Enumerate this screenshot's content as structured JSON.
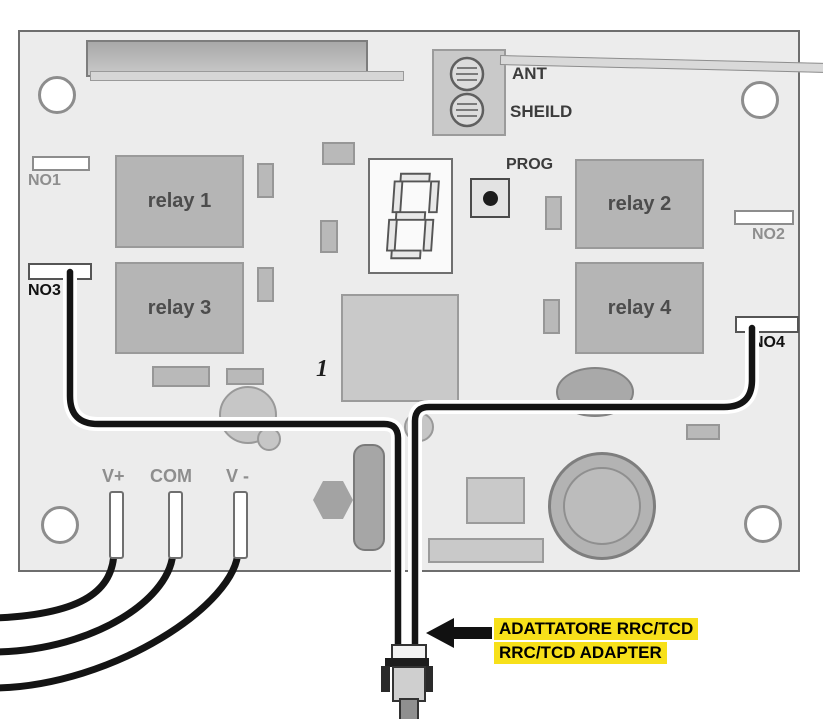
{
  "board": {
    "connector_labels": {
      "no1": "NO1",
      "no2": "NO2",
      "no3": "NO3",
      "no4": "NO4"
    },
    "relays": [
      {
        "label": "relay 1"
      },
      {
        "label": "relay 2"
      },
      {
        "label": "relay 3"
      },
      {
        "label": "relay 4"
      }
    ],
    "antenna_terminal": {
      "ant": "ANT",
      "shield": "SHEILD"
    },
    "prog": {
      "label": "PROG"
    },
    "transformer": {
      "label": "1"
    },
    "power_terminals": {
      "vplus": "V+",
      "com": "COM",
      "vminus": "V -"
    }
  },
  "callout": {
    "line1": "ADATTATORE RRC/TCD",
    "line2": "RRC/TCD ADAPTER",
    "highlight_color": "#f7e01a"
  },
  "colors": {
    "board_fill": "#ececec",
    "component_fill": "#b9b9b9",
    "wire_black": "#141414",
    "wire_casing": "#ffffff",
    "label_gray": "#8e8e8e",
    "label_dark": "#3c3c3c"
  }
}
